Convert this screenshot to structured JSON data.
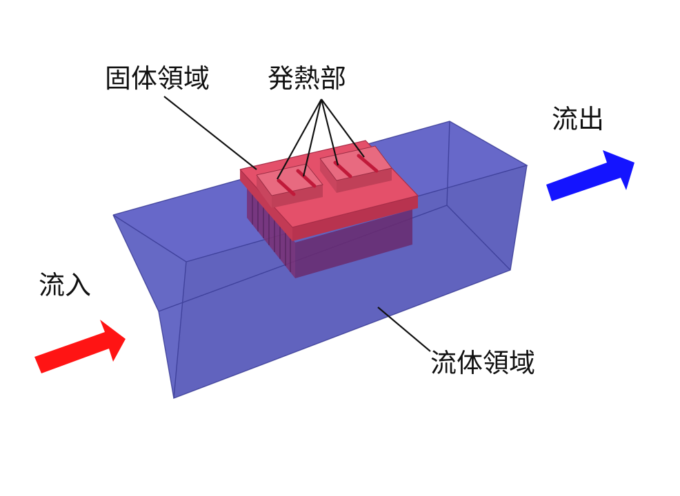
{
  "labels": {
    "solid_region": "固体領域",
    "heat_source": "発熱部",
    "outflow": "流出",
    "inflow": "流入",
    "fluid_region": "流体領域"
  },
  "colors": {
    "fluid": "#4b4fbf",
    "solid": "#e0435f",
    "inflow_arrow": "#ff1a1a",
    "outflow_arrow": "#1a1aff"
  }
}
